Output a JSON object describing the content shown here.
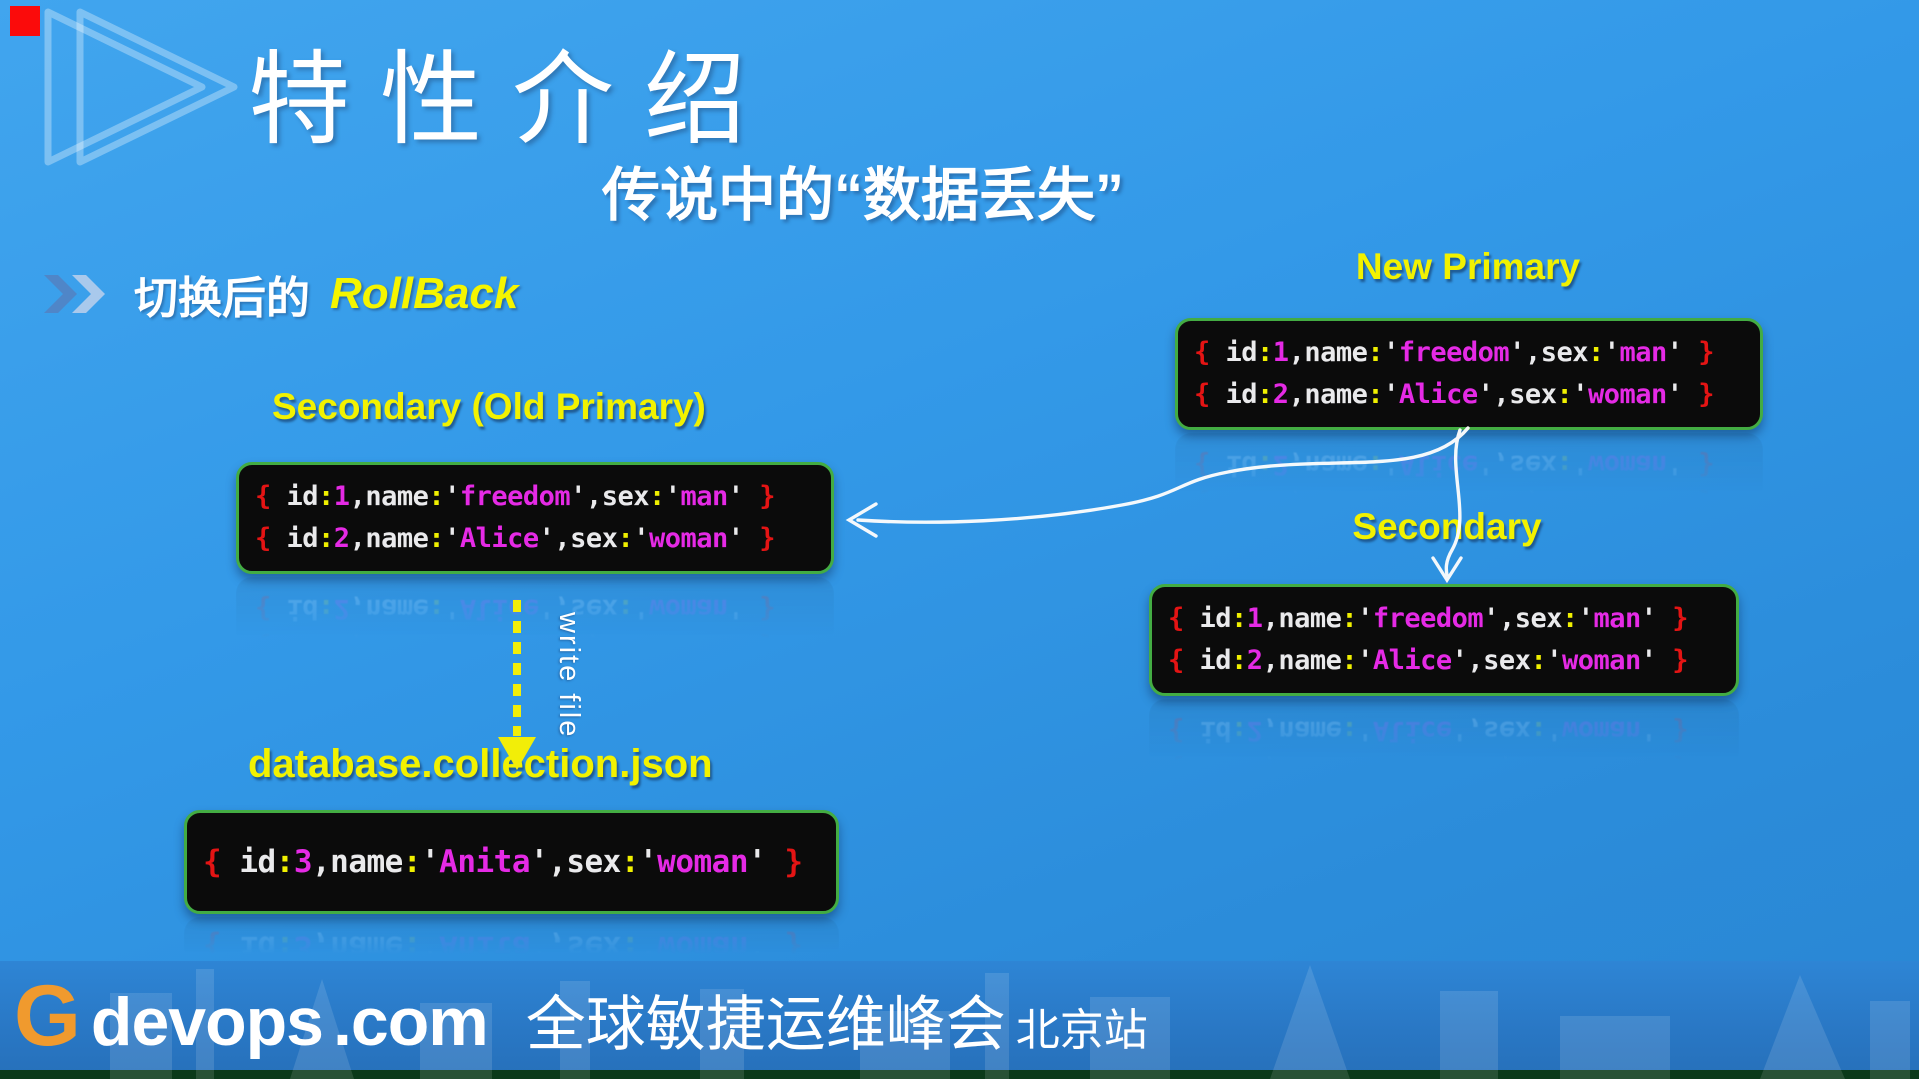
{
  "slide": {
    "title": "特性介绍",
    "subtitle": "传说中的“数据丢失”",
    "bullet": {
      "prefix": "切换后的",
      "highlight": "RollBack"
    }
  },
  "nodes": {
    "new_primary": {
      "label": "New Primary",
      "rows": [
        [
          {
            "t": "{ ",
            "c": "b"
          },
          {
            "t": "id",
            "c": "w"
          },
          {
            "t": ":",
            "c": "y"
          },
          {
            "t": "1",
            "c": "m"
          },
          {
            "t": ",name",
            "c": "w"
          },
          {
            "t": ":",
            "c": "y"
          },
          {
            "t": "'",
            "c": "w"
          },
          {
            "t": "freedom",
            "c": "m"
          },
          {
            "t": "'",
            "c": "w"
          },
          {
            "t": ",sex",
            "c": "w"
          },
          {
            "t": ":",
            "c": "y"
          },
          {
            "t": "'",
            "c": "w"
          },
          {
            "t": "man",
            "c": "m"
          },
          {
            "t": "' ",
            "c": "w"
          },
          {
            "t": "}",
            "c": "b"
          }
        ],
        [
          {
            "t": "{ ",
            "c": "b"
          },
          {
            "t": "id",
            "c": "w"
          },
          {
            "t": ":",
            "c": "y"
          },
          {
            "t": "2",
            "c": "m"
          },
          {
            "t": ",name",
            "c": "w"
          },
          {
            "t": ":",
            "c": "y"
          },
          {
            "t": "'",
            "c": "w"
          },
          {
            "t": "Alice",
            "c": "m"
          },
          {
            "t": "'",
            "c": "w"
          },
          {
            "t": ",sex",
            "c": "w"
          },
          {
            "t": ":",
            "c": "y"
          },
          {
            "t": "'",
            "c": "w"
          },
          {
            "t": "woman",
            "c": "m"
          },
          {
            "t": "' ",
            "c": "w"
          },
          {
            "t": "}",
            "c": "b"
          }
        ]
      ]
    },
    "old_primary": {
      "label": "Secondary (Old Primary)",
      "rows": [
        [
          {
            "t": "{ ",
            "c": "b"
          },
          {
            "t": "id",
            "c": "w"
          },
          {
            "t": ":",
            "c": "y"
          },
          {
            "t": "1",
            "c": "m"
          },
          {
            "t": ",name",
            "c": "w"
          },
          {
            "t": ":",
            "c": "y"
          },
          {
            "t": "'",
            "c": "w"
          },
          {
            "t": "freedom",
            "c": "m"
          },
          {
            "t": "'",
            "c": "w"
          },
          {
            "t": ",sex",
            "c": "w"
          },
          {
            "t": ":",
            "c": "y"
          },
          {
            "t": "'",
            "c": "w"
          },
          {
            "t": "man",
            "c": "m"
          },
          {
            "t": "' ",
            "c": "w"
          },
          {
            "t": "}",
            "c": "b"
          }
        ],
        [
          {
            "t": "{ ",
            "c": "b"
          },
          {
            "t": "id",
            "c": "w"
          },
          {
            "t": ":",
            "c": "y"
          },
          {
            "t": "2",
            "c": "m"
          },
          {
            "t": ",name",
            "c": "w"
          },
          {
            "t": ":",
            "c": "y"
          },
          {
            "t": "'",
            "c": "w"
          },
          {
            "t": "Alice",
            "c": "m"
          },
          {
            "t": "'",
            "c": "w"
          },
          {
            "t": ",sex",
            "c": "w"
          },
          {
            "t": ":",
            "c": "y"
          },
          {
            "t": "'",
            "c": "w"
          },
          {
            "t": "woman",
            "c": "m"
          },
          {
            "t": "' ",
            "c": "w"
          },
          {
            "t": "}",
            "c": "b"
          }
        ]
      ]
    },
    "secondary": {
      "label": "Secondary",
      "rows": [
        [
          {
            "t": "{ ",
            "c": "b"
          },
          {
            "t": "id",
            "c": "w"
          },
          {
            "t": ":",
            "c": "y"
          },
          {
            "t": "1",
            "c": "m"
          },
          {
            "t": ",name",
            "c": "w"
          },
          {
            "t": ":",
            "c": "y"
          },
          {
            "t": "'",
            "c": "w"
          },
          {
            "t": "freedom",
            "c": "m"
          },
          {
            "t": "'",
            "c": "w"
          },
          {
            "t": ",sex",
            "c": "w"
          },
          {
            "t": ":",
            "c": "y"
          },
          {
            "t": "'",
            "c": "w"
          },
          {
            "t": "man",
            "c": "m"
          },
          {
            "t": "' ",
            "c": "w"
          },
          {
            "t": "}",
            "c": "b"
          }
        ],
        [
          {
            "t": "{ ",
            "c": "b"
          },
          {
            "t": "id",
            "c": "w"
          },
          {
            "t": ":",
            "c": "y"
          },
          {
            "t": "2",
            "c": "m"
          },
          {
            "t": ",name",
            "c": "w"
          },
          {
            "t": ":",
            "c": "y"
          },
          {
            "t": "'",
            "c": "w"
          },
          {
            "t": "Alice",
            "c": "m"
          },
          {
            "t": "'",
            "c": "w"
          },
          {
            "t": ",sex",
            "c": "w"
          },
          {
            "t": ":",
            "c": "y"
          },
          {
            "t": "'",
            "c": "w"
          },
          {
            "t": "woman",
            "c": "m"
          },
          {
            "t": "' ",
            "c": "w"
          },
          {
            "t": "}",
            "c": "b"
          }
        ]
      ]
    },
    "json_file": {
      "label": "database.collection.json",
      "rows": [
        [
          {
            "t": "{ ",
            "c": "b"
          },
          {
            "t": "id",
            "c": "w"
          },
          {
            "t": ":",
            "c": "y"
          },
          {
            "t": "3",
            "c": "m"
          },
          {
            "t": ",name",
            "c": "w"
          },
          {
            "t": ":",
            "c": "y"
          },
          {
            "t": "'",
            "c": "w"
          },
          {
            "t": "Anita",
            "c": "m"
          },
          {
            "t": "'",
            "c": "w"
          },
          {
            "t": ",sex",
            "c": "w"
          },
          {
            "t": ":",
            "c": "y"
          },
          {
            "t": "'",
            "c": "w"
          },
          {
            "t": "woman",
            "c": "m"
          },
          {
            "t": "' ",
            "c": "w"
          },
          {
            "t": "}",
            "c": "b"
          }
        ]
      ]
    }
  },
  "arrows": {
    "write_file_label": "write file"
  },
  "footer": {
    "logo_g": "G",
    "logo_rest": "devops",
    "logo_tld": ".com",
    "summit": "全球敏捷运维峰会",
    "city": "北京站"
  },
  "colors": {
    "background_blue": "#3399e8",
    "label_yellow": "#f2f200",
    "code_red": "#e41414",
    "code_yellow": "#f0f000",
    "code_magenta": "#e52ae5",
    "code_white": "#eaeaec",
    "box_border_green": "#43ac43",
    "logo_orange": "#f09a2e",
    "footer_strip_green": "#0b3a1a"
  }
}
